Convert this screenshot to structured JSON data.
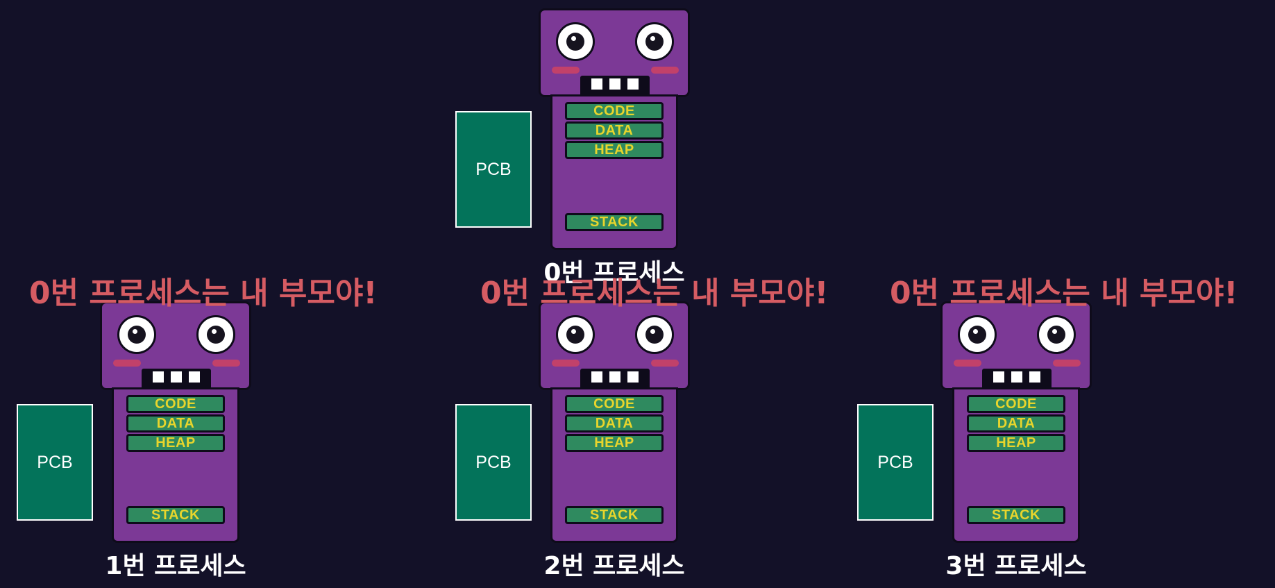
{
  "processes": [
    {
      "pcb": "PCB",
      "segments": {
        "code": "CODE",
        "data": "DATA",
        "heap": "HEAP",
        "stack": "STACK"
      },
      "label": "0번 프로세스"
    },
    {
      "pcb": "PCB",
      "segments": {
        "code": "CODE",
        "data": "DATA",
        "heap": "HEAP",
        "stack": "STACK"
      },
      "label": "1번 프로세스"
    },
    {
      "pcb": "PCB",
      "segments": {
        "code": "CODE",
        "data": "DATA",
        "heap": "HEAP",
        "stack": "STACK"
      },
      "label": "2번 프로세스"
    },
    {
      "pcb": "PCB",
      "segments": {
        "code": "CODE",
        "data": "DATA",
        "heap": "HEAP",
        "stack": "STACK"
      },
      "label": "3번 프로세스"
    }
  ],
  "speech": [
    "0번 프로세스는 내 부모야!",
    "0번 프로세스는 내 부모야!",
    "0번 프로세스는 내 부모야!"
  ],
  "colors": {
    "background": "#131128",
    "pcb": "#03735a",
    "robot": "#7c3996",
    "segment": "#2f8a5f",
    "segment_text": "#e8d52c",
    "speech": "#d65c63"
  }
}
